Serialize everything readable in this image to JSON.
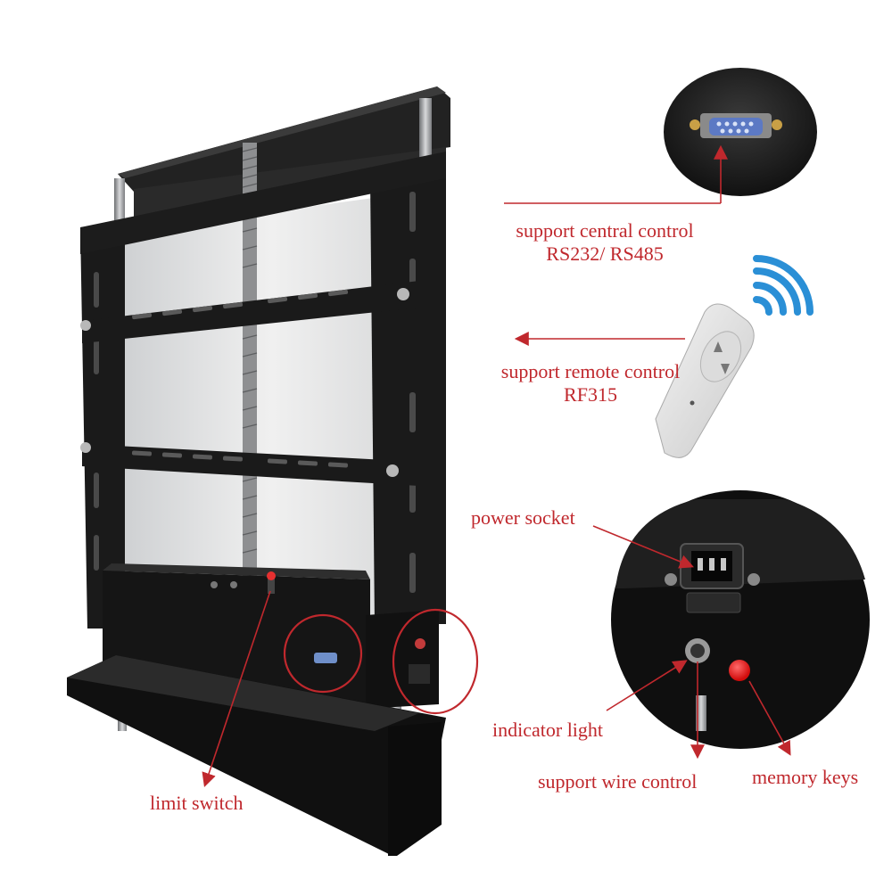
{
  "labels": {
    "central_control_line1": "support central control",
    "central_control_line2": "RS232/ RS485",
    "remote_control_line1": "support remote control",
    "remote_control_line2": "RF315",
    "power_socket": "power socket",
    "indicator_light": "indicator light",
    "wire_control": "support wire control",
    "memory_keys": "memory keys",
    "limit_switch": "limit switch"
  },
  "colors": {
    "annotation": "#c0282d",
    "frame": "#1a1a1a",
    "panel": "#e8e8e8",
    "wifi": "#2a8fd6",
    "background": "#ffffff"
  },
  "icons": {
    "remote_signal": "wifi-icon",
    "remote_arrows": "up-down-arrows-icon"
  }
}
